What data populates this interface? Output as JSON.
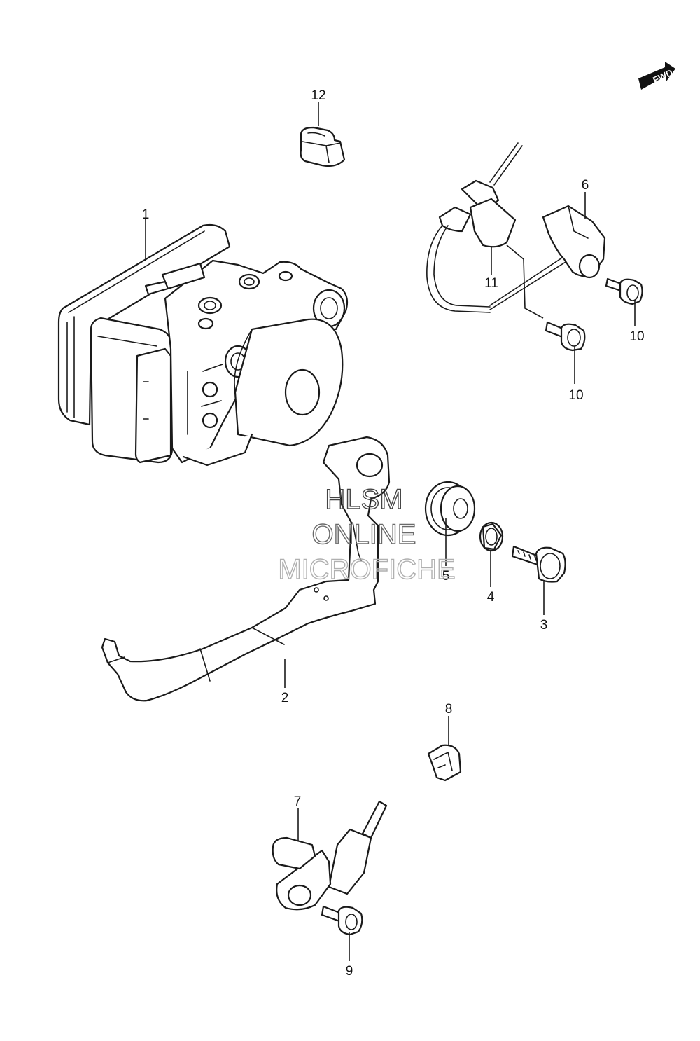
{
  "callouts": {
    "c1": "1",
    "c2": "2",
    "c3": "3",
    "c4": "4",
    "c5": "5",
    "c6": "6",
    "c7": "7",
    "c8": "8",
    "c9": "9",
    "c10a": "10",
    "c10b": "10",
    "c11": "11",
    "c12": "12"
  },
  "fwd_label": "FWD",
  "watermark": {
    "line1": "HLSM",
    "line2": "ONLINE",
    "line3": "MICROFICHE"
  }
}
